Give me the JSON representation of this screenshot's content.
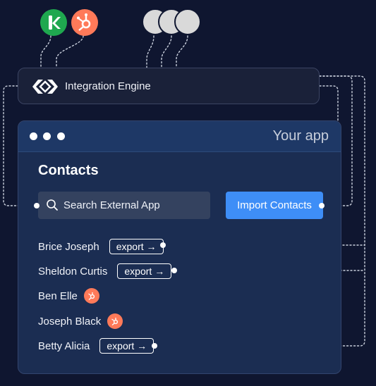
{
  "engine": {
    "label": "Integration Engine"
  },
  "app": {
    "name": "Your app",
    "contacts_title": "Contacts",
    "search_placeholder": "Search External App",
    "import_label": "Import Contacts"
  },
  "contacts": [
    {
      "name": "Brice Joseph",
      "action": "export →"
    },
    {
      "name": "Sheldon Curtis",
      "action": "export →"
    },
    {
      "name": "Ben Elle",
      "badge": "hubspot-icon"
    },
    {
      "name": "Joseph Black",
      "badge": "hubspot-icon"
    },
    {
      "name": "Betty Alicia",
      "action": "export →"
    }
  ],
  "integrations": [
    "kustomer-logo",
    "hubspot-logo",
    "placeholder-app",
    "placeholder-app",
    "placeholder-app"
  ],
  "colors": {
    "background": "#0f1630",
    "accent": "#3e8ef7",
    "hubspot": "#ff7a59",
    "kustomer": "#1fa84f"
  }
}
